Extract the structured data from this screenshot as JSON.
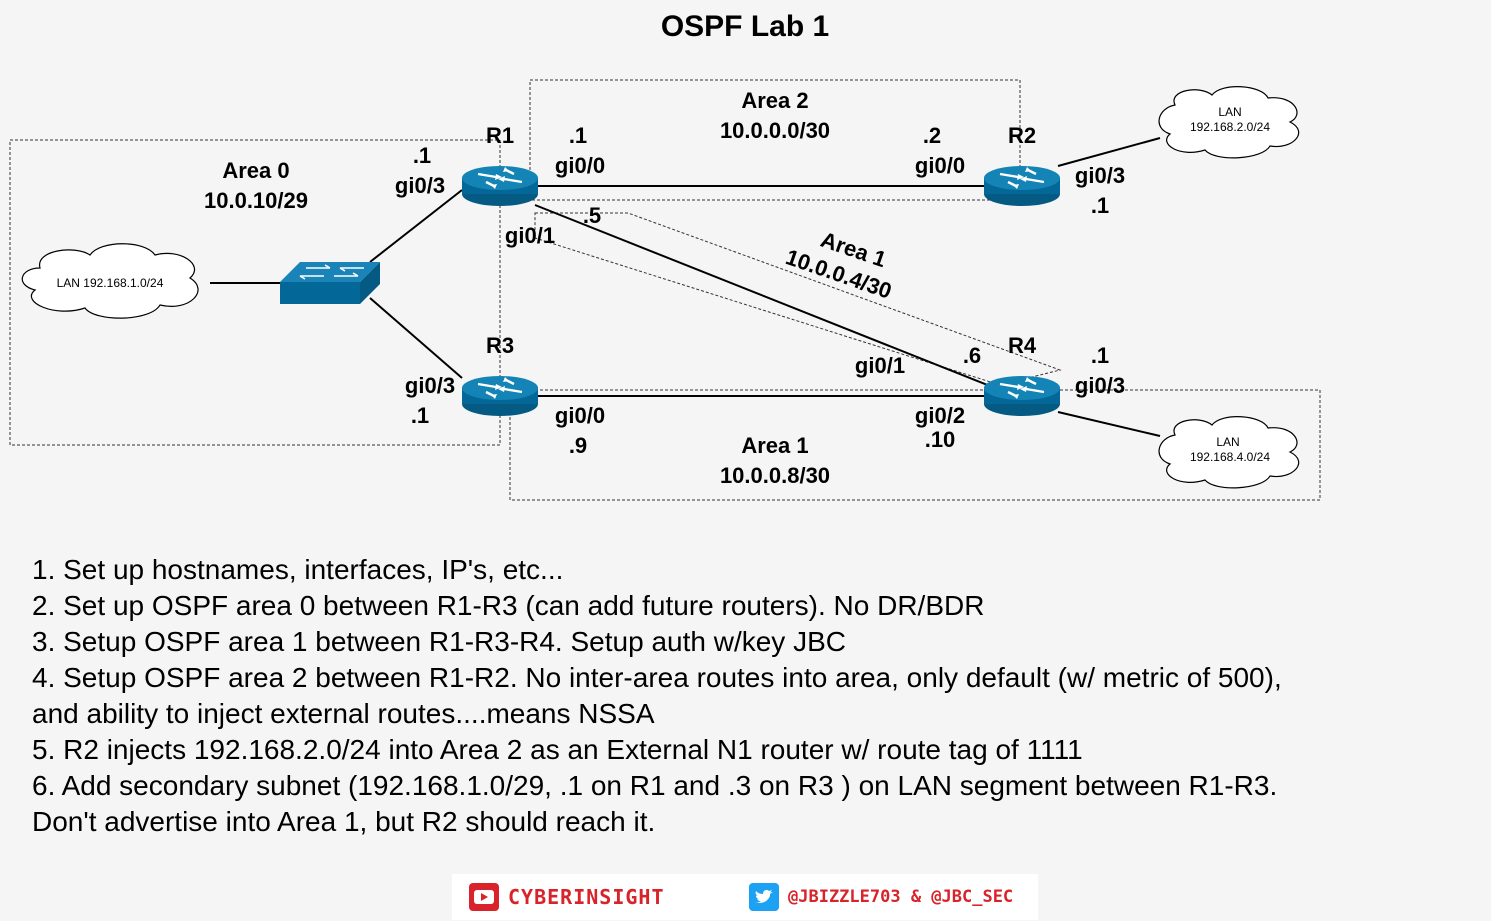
{
  "title": "OSPF Lab 1",
  "areas": {
    "area0_name": "Area 0",
    "area0_subnet": "10.0.10/29",
    "area2_name": "Area 2",
    "area2_subnet": "10.0.0.0/30",
    "area1a_name": "Area 1",
    "area1a_subnet": "10.0.0.4/30",
    "area1b_name": "Area 1",
    "area1b_subnet": "10.0.0.8/30"
  },
  "routers": {
    "r1": "R1",
    "r2": "R2",
    "r3": "R3",
    "r4": "R4"
  },
  "interfaces": {
    "r1_left_ip": ".1",
    "r1_left_if": "gi0/3",
    "r1_right_ip": ".1",
    "r1_right_if": "gi0/0",
    "r1_diag_ip": ".5",
    "r1_diag_if": "gi0/1",
    "r2_left_ip": ".2",
    "r2_left_if": "gi0/0",
    "r2_lan_if": "gi0/3",
    "r2_lan_ip": ".1",
    "r3_left_if": "gi0/3",
    "r3_left_ip": ".1",
    "r3_right_if": "gi0/0",
    "r3_right_ip": ".9",
    "r4_diag_if": "gi0/1",
    "r4_diag_ip": ".6",
    "r4_lan_ip": ".1",
    "r4_lan_if": "gi0/3",
    "r4_left_if": "gi0/2",
    "r4_left_ip": ".10"
  },
  "clouds": {
    "lan1": "LAN 192.168.1.0/24",
    "lan2_line1": "LAN",
    "lan2_line2": "192.168.2.0/24",
    "lan4_line1": "LAN",
    "lan4_line2": "192.168.4.0/24"
  },
  "tasks": [
    "1. Set up hostnames, interfaces, IP's, etc...",
    "2. Set up OSPF area 0 between R1-R3 (can add future routers). No DR/BDR",
    "3. Setup OSPF area 1 between R1-R3-R4. Setup auth w/key JBC",
    "4. Setup OSPF area 2 between R1-R2. No inter-area routes into area, only default (w/ metric of 500),",
    "and ability to inject external routes....means NSSA",
    "5. R2 injects 192.168.2.0/24 into Area 2 as an External N1 router w/ route tag of 1111",
    "6. Add secondary subnet (192.168.1.0/29, .1 on R1 and .3 on R3 ) on LAN segment between R1-R3.",
    "Don't advertise into Area 1, but R2 should reach it."
  ],
  "footer": {
    "brand": "CYBERINSIGHT",
    "handles": "@JBIZZLE703 & @JBC_SEC"
  },
  "colors": {
    "router": "#036897",
    "switch": "#036897",
    "youtube": "#d8232a",
    "twitter": "#1da1f2",
    "footer_text": "#d8232a"
  }
}
